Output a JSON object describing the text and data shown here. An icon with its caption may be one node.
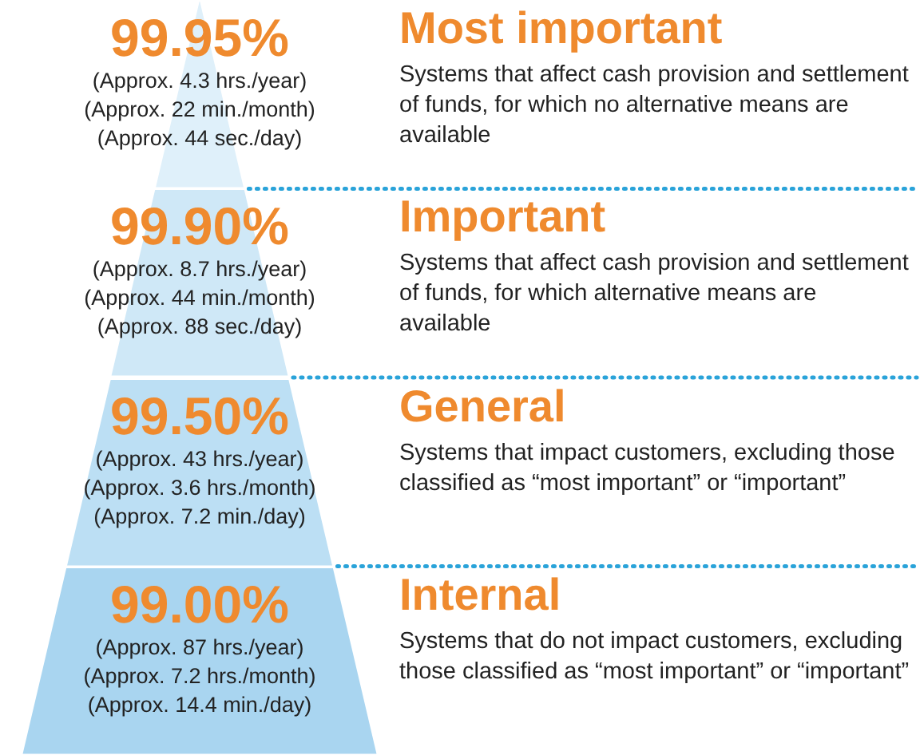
{
  "diagram": {
    "nodes": [
      {
        "text": [
          "99.95%",
          "(Approx. 4.3 hrs./year)",
          "(Approx. 22 min./month)",
          "(Approx. 44 sec./day)"
        ],
        "beside": [
          "Most important",
          "Systems that affect cash provision and settlement of funds, for which no alternative means are available"
        ]
      },
      {
        "text": [
          "99.90%",
          "(Approx. 8.7 hrs./year)",
          "(Approx. 44 min./month)",
          "(Approx. 88 sec./day)"
        ],
        "beside": [
          "Important",
          "Systems that affect cash provision and settlement of funds, for which alternative means are available"
        ]
      },
      {
        "text": [
          "99.50%",
          "(Approx. 43 hrs./year)",
          "(Approx. 3.6 hrs./month)",
          "(Approx. 7.2 min./day)"
        ],
        "beside": [
          "General",
          "Systems that impact customers, excluding those classified as “most important” or “important”"
        ]
      },
      {
        "text": [
          "99.00%",
          "(Approx. 87 hrs./year)",
          "(Approx. 7.2 hrs./month)",
          "(Approx. 14.4 min./day)"
        ],
        "beside": [
          "Internal",
          "Systems that do not impact customers, excluding those classified as “most important” or “important”"
        ]
      }
    ]
  }
}
